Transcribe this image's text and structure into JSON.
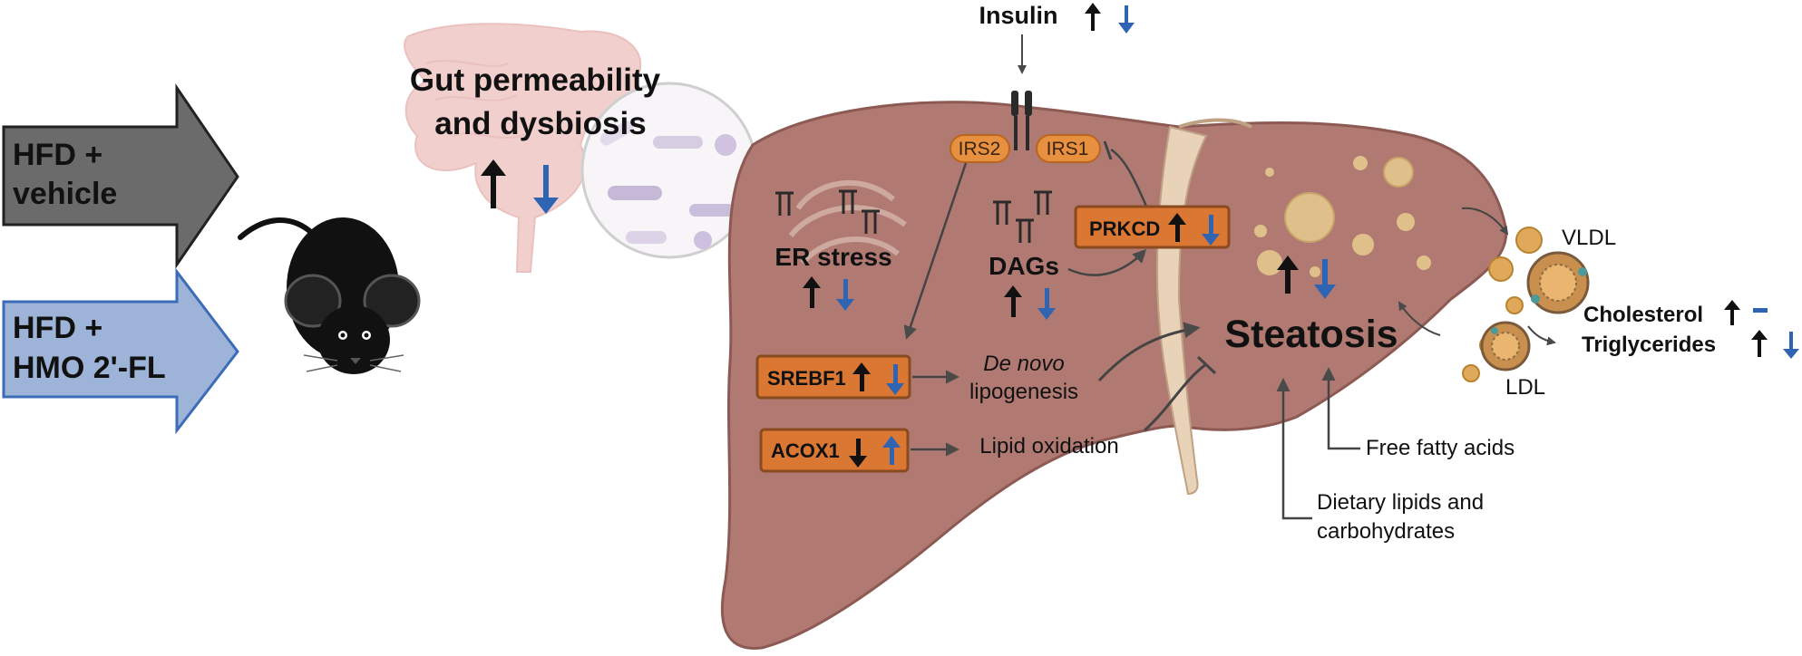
{
  "groups": {
    "hfd_vehicle": "HFD + vehicle",
    "hfd_vehicle_l1": "HFD +",
    "hfd_vehicle_l2": "vehicle",
    "hfd_hmo_l1": "HFD +",
    "hfd_hmo_l2": "HMO 2'-FL"
  },
  "gut": {
    "line1": "Gut permeability",
    "line2": "and dysbiosis"
  },
  "insulin": {
    "label": "Insulin"
  },
  "receptors": {
    "irs2": "IRS2",
    "irs1": "IRS1"
  },
  "er_stress": {
    "label": "ER stress"
  },
  "dags": {
    "label": "DAGs"
  },
  "boxes": {
    "prkcd": "PRKCD",
    "srebf1": "SREBF1",
    "acox1": "ACOX1"
  },
  "processes": {
    "de_novo_italic": "De novo",
    "lipogenesis": "lipogenesis",
    "lipid_oxidation": "Lipid oxidation",
    "steatosis": "Steatosis",
    "free_fatty_acids": "Free fatty acids",
    "dietary_l1": "Dietary lipids and",
    "dietary_l2": "carbohydrates"
  },
  "lipoproteins": {
    "vldl": "VLDL",
    "ldl": "LDL",
    "cholesterol": "Cholesterol",
    "triglycerides": "Triglycerides"
  },
  "colors": {
    "hfd_vehicle": "#6b6b6b",
    "hfd_hmo": "#9db4d8",
    "liver": "#b07a72",
    "box": "#d97733",
    "up_black": "#111111",
    "down_blue": "#2f64b3"
  }
}
